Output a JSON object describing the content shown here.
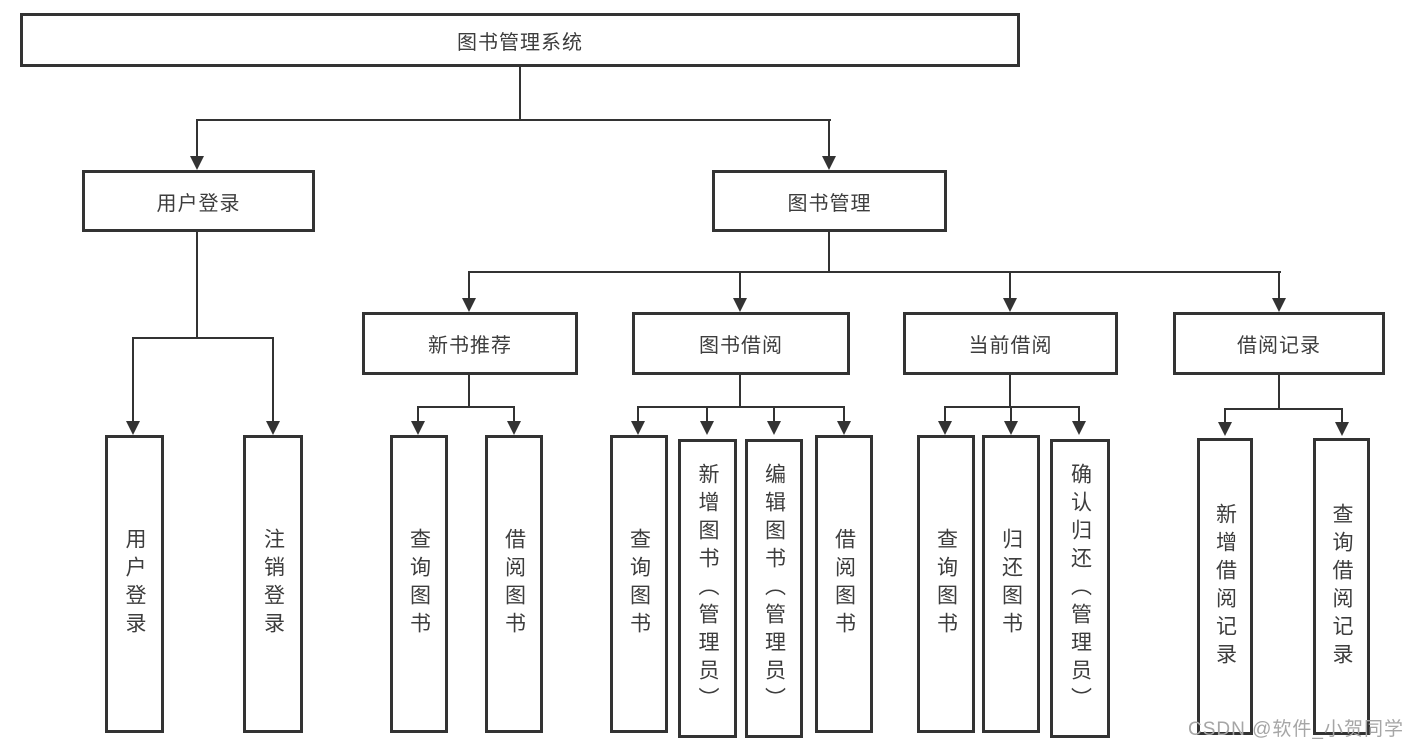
{
  "diagram": {
    "title_node": {
      "label": "图书管理系统"
    },
    "level2": [
      {
        "label": "用户登录"
      },
      {
        "label": "图书管理"
      }
    ],
    "level3": [
      {
        "label": "新书推荐"
      },
      {
        "label": "图书借阅"
      },
      {
        "label": "当前借阅"
      },
      {
        "label": "借阅记录"
      }
    ],
    "leaves": [
      {
        "label": "用户登录"
      },
      {
        "label": "注销登录"
      },
      {
        "label": "查询图书"
      },
      {
        "label": "借阅图书"
      },
      {
        "label": "查询图书"
      },
      {
        "label": "新增图书（管理员）"
      },
      {
        "label": "编辑图书（管理员）"
      },
      {
        "label": "借阅图书"
      },
      {
        "label": "查询图书"
      },
      {
        "label": "归还图书"
      },
      {
        "label": "确认归还（管理员）"
      },
      {
        "label": "新增借阅记录"
      },
      {
        "label": "查询借阅记录"
      }
    ],
    "colors": {
      "line": "#333333",
      "text": "#3d3d3d",
      "watermark_text": "#a6a6a6",
      "background": "#ffffff"
    },
    "watermark": {
      "text": "CSDN @软件_小贺同学"
    }
  }
}
